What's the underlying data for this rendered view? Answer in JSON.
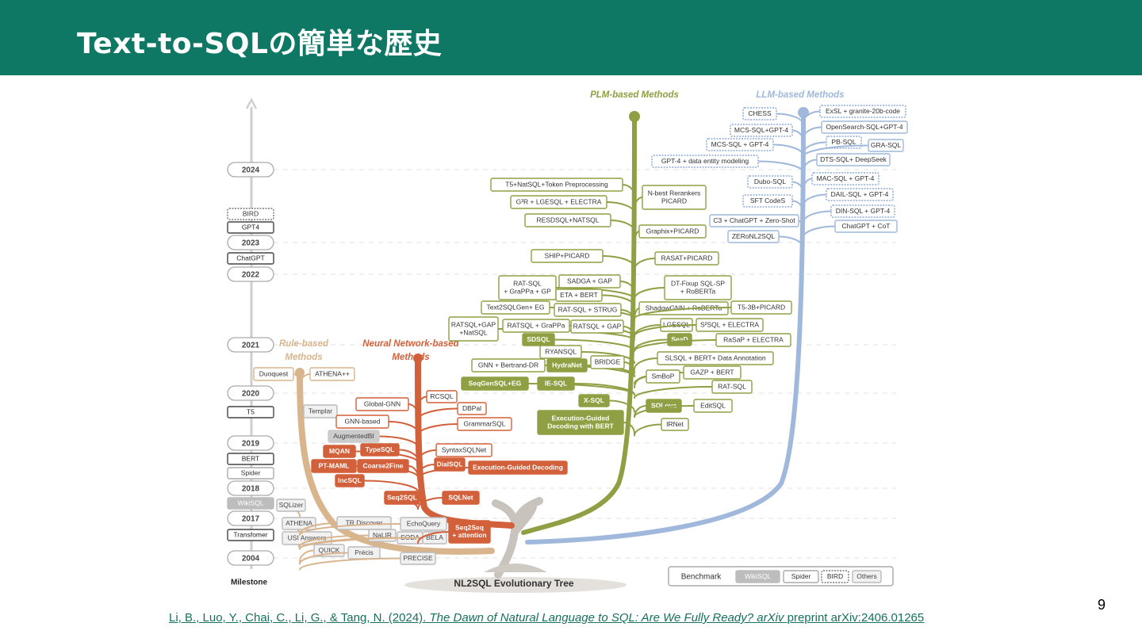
{
  "slide": {
    "title": "Text-to-SQLの簡単な歴史",
    "page_number": "9",
    "citation": {
      "authors_year": "Li, B., Luo, Y., Chai, C., Li, G., & Tang, N. (2024).",
      "paper_title": "The Dawn of Natural Language to SQL: Are We Fully Ready?",
      "venue": "arXiv",
      "suffix": "preprint arXiv:2406.01265"
    }
  },
  "figure": {
    "caption": "NL2SQL Evolutionary Tree",
    "milestone_label": "Milestone",
    "branch_titles": {
      "rule": [
        "Rule-based",
        "Methods"
      ],
      "neural": [
        "Neural Network-based",
        "Methods"
      ],
      "plm": "PLM-based Methods",
      "llm": "LLM-based Methods"
    },
    "years": [
      "2024",
      "2023",
      "2022",
      "2021",
      "2020",
      "2019",
      "2018",
      "2017",
      "2004"
    ],
    "milestones": [
      "BIRD",
      "GPT4",
      "ChatGPT",
      "T5",
      "BERT",
      "Spider",
      "WikiSQL",
      "Transfomer"
    ],
    "legend": {
      "title": "Benchmark",
      "items": [
        "WikiSQL",
        "Spider",
        "BIRD",
        "Others"
      ]
    },
    "colors": {
      "rule": "#d9b58e",
      "neural": "#d2603a",
      "plm": "#8ea043",
      "llm": "#9fb8dc",
      "gray": "#a8a8a8"
    },
    "rule_methods": [
      "Duoquest",
      "ATHENA++",
      "Templar",
      "SQLizer",
      "ATHENA",
      "USI Answers",
      "QUICK",
      "Précis",
      "TR Discover",
      "NaLIR",
      "EchoQuery",
      "SODA",
      "BELA",
      "PRECISE"
    ],
    "neural_methods": [
      "Global-GNN",
      "RCSQL",
      "DBPal",
      "GNN-based",
      "GrammarSQL",
      "AugmentedBI",
      "MQAN",
      "TypeSQL",
      "SyntaxSQLNet",
      "PT-MAML",
      "Coarse2Fine",
      "DialSQL",
      "Execution-Guided Decoding",
      "IncSQL",
      "Seq2SQL",
      "SQLNet",
      "Seq2Seq",
      "+ attention"
    ],
    "plm_methods": [
      "T5+NatSQL+Token Preprocessing",
      "G³R + LGESQL + ELECTRA",
      "RESDSQL+NATSQL",
      "N-best Rerankers",
      "PICARD",
      "Graphix+PICARD",
      "SHIP+PICARD",
      "RASAT+PICARD",
      "RAT-SQL",
      "+ GraPPa + GP",
      "SADGA + GAP",
      "ETA + BERT",
      "DT-Fixup SQL-SP",
      "+ RoBERTa",
      "Text2SQLGen+ EG",
      "RAT-SQL + STRUG",
      "ShadowGNN + RoBERTa",
      "T5-3B+PICARD",
      "RATSQL+GAP",
      "+NatSQL",
      "RATSQL + GraPPa",
      "RATSQL + GAP",
      "LGESQL",
      "S²SQL + ELECTRA",
      "SDSQL",
      "SeaD",
      "RaSaP + ELECTRA",
      "RYANSQL",
      "SLSQL + BERT+ Data Annotation",
      "GNN + Bertrand-DR",
      "HydraNet",
      "BRIDGE",
      "GAZP + BERT",
      "SmBoP",
      "SeqGenSQL+EG",
      "IE-SQL",
      "RAT-SQL",
      "X-SQL",
      "SQLova",
      "EditSQL",
      "Execution-Guided",
      "Decoding with BERT",
      "IRNet"
    ],
    "llm_methods": [
      "CHESS",
      "ExSL + granite-20b-code",
      "MCS-SQL+GPT-4",
      "OpenSearch-SQL+GPT-4",
      "MCS-SQL + GPT-4",
      "PB-SQL",
      "GRA-SQL",
      "GPT-4 + data entity modeling",
      "DTS-SQL+ DeepSeek",
      "Dubo-SQL",
      "MAC-SQL + GPT-4",
      "DAIL-SQL + GPT-4",
      "SFT CodeS",
      "DIN-SQL + GPT-4",
      "C3 + ChatGPT + Zero-Shot",
      "ChatGPT + CoT",
      "ZERoNL2SQL"
    ]
  }
}
